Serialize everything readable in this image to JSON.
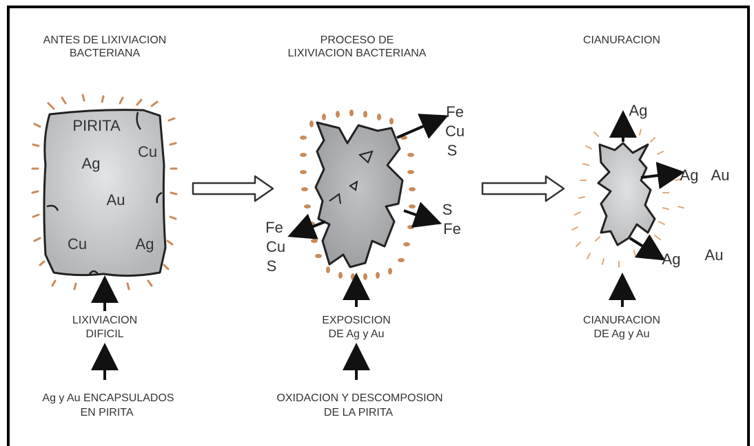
{
  "panels": [
    {
      "title_lines": [
        "ANTES DE LIXIVIACION",
        "BACTERIANA"
      ],
      "rock_labels": [
        "PIRITA",
        "Ag",
        "Cu",
        "Au",
        "Cu",
        "Ag"
      ],
      "status_lines": [
        "LIXIVIACION",
        "DIFICIL"
      ],
      "bottom_lines": [
        "Ag y Au ENCAPSULADOS",
        "EN PIRITA"
      ]
    },
    {
      "title_lines": [
        "PROCESO DE",
        "LIXIVIACION BACTERIANA"
      ],
      "released_top": [
        "Fe",
        "Cu",
        "S"
      ],
      "released_right": [
        "S",
        "Fe"
      ],
      "released_left": [
        "Fe",
        "Cu",
        "S"
      ],
      "status_lines": [
        "EXPOSICION",
        "DE Ag y Au"
      ],
      "bottom_lines": [
        "OXIDACION Y DESCOMPOSION",
        "DE LA PIRITA"
      ]
    },
    {
      "title_lines": [
        "CIANURACION"
      ],
      "released": [
        "Ag",
        "Ag",
        "Au",
        "Ag",
        "Au"
      ],
      "status_lines": [
        "CIANURACION",
        "DE Ag y Au"
      ]
    }
  ],
  "colors": {
    "rock": "#c9cacc",
    "rock_dark": "#a9abad",
    "outline": "#222222",
    "dash": "#c98a5a",
    "text": "#333333"
  }
}
